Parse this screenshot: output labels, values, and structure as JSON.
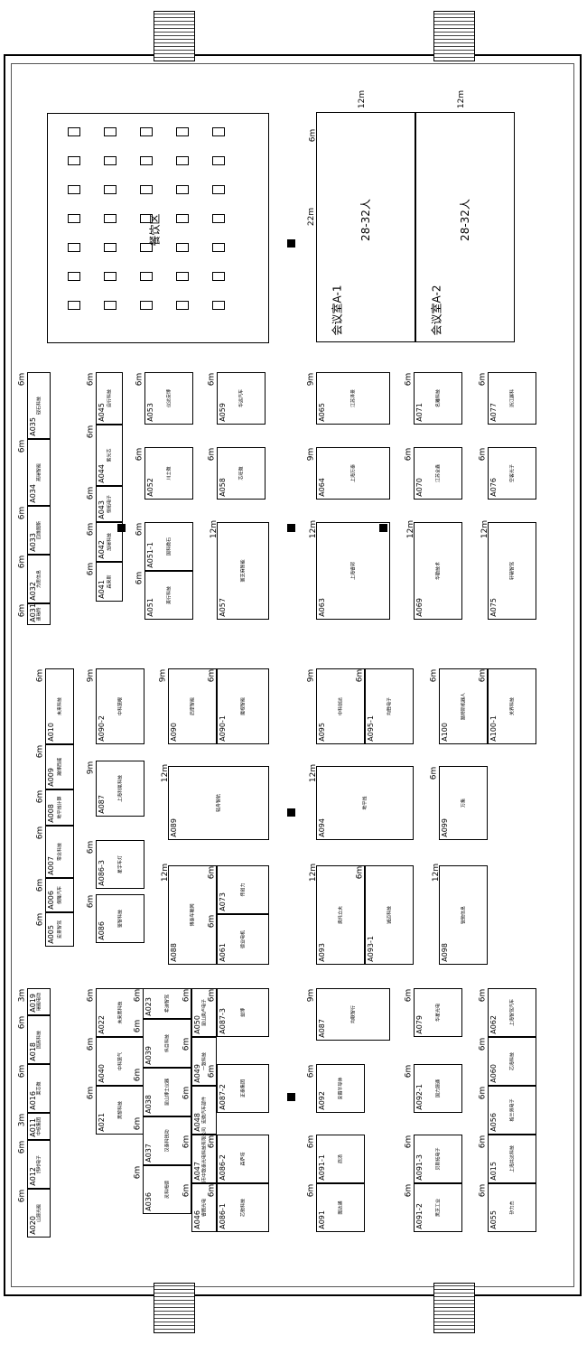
{
  "areas": {
    "dining": "餐饮区",
    "meeting_a1": "会议室A-1",
    "meeting_a2": "会议室A-2",
    "capacity_a1": "28-32人",
    "capacity_a2": "28-32人",
    "dim_12m_a": "12m",
    "dim_12m_b": "12m",
    "dim_6m": "6m",
    "dim_22m": "22m"
  },
  "booths": [
    {
      "code": "A035",
      "name": "砚石科技",
      "size": "6m"
    },
    {
      "code": "A034",
      "name": "燕瑞智能",
      "size": "6m"
    },
    {
      "code": "A033",
      "name": "四维图新",
      "size": "6m"
    },
    {
      "code": "A032",
      "name": "为思信息",
      "size": "6m"
    },
    {
      "code": "A031",
      "name": "速瑞特",
      "size": "6m"
    },
    {
      "code": "A045",
      "name": "自行科技",
      "size": "6m"
    },
    {
      "code": "A044",
      "name": "紫光芯",
      "size": "6m"
    },
    {
      "code": "A043",
      "name": "恒拓电子",
      "size": "6m"
    },
    {
      "code": "A042",
      "name": "加瑞科技",
      "size": "6m"
    },
    {
      "code": "A041",
      "name": "森来斯",
      "size": "6m"
    },
    {
      "code": "A053",
      "name": "仪达安博",
      "size": "6m"
    },
    {
      "code": "A052",
      "name": "川土微",
      "size": "6m"
    },
    {
      "code": "A051-1",
      "name": "国科微石",
      "size": "6m"
    },
    {
      "code": "A051",
      "name": "美行科技",
      "size": "6m"
    },
    {
      "code": "A059",
      "name": "华远汽车",
      "size": "6m"
    },
    {
      "code": "A058",
      "name": "芯旺微",
      "size": "6m"
    },
    {
      "code": "A057",
      "name": "寰芝麻智能",
      "size": "12m"
    },
    {
      "code": "A065",
      "name": "江苏泽景",
      "size": "9m"
    },
    {
      "code": "A064",
      "name": "上海万泰",
      "size": "9m"
    },
    {
      "code": "A063",
      "name": "上海睿邦",
      "size": "12m"
    },
    {
      "code": "A071",
      "name": "名雕科技",
      "size": "6m"
    },
    {
      "code": "A070",
      "name": "江苏全鑫",
      "size": "6m"
    },
    {
      "code": "A069",
      "name": "华勤技术",
      "size": "12m"
    },
    {
      "code": "A077",
      "name": "浙江展科",
      "size": "6m"
    },
    {
      "code": "A076",
      "name": "空客光子",
      "size": "6m"
    },
    {
      "code": "A075",
      "name": "轩辕智驾",
      "size": "12m"
    },
    {
      "code": "A010",
      "name": "未来科技",
      "size": "6m"
    },
    {
      "code": "A009",
      "name": "瀚博西威",
      "size": "6m"
    },
    {
      "code": "A008",
      "name": "地平线计算",
      "size": "6m"
    },
    {
      "code": "A007",
      "name": "零念科技",
      "size": "6m"
    },
    {
      "code": "A006",
      "name": "保隆汽车",
      "size": "6m"
    },
    {
      "code": "A005",
      "name": "宏景智驾",
      "size": "6m"
    },
    {
      "code": "A090-2",
      "name": "中科慧眼",
      "size": "9m"
    },
    {
      "code": "A087",
      "name": "上海利氪科技",
      "size": "9m"
    },
    {
      "code": "A086-3",
      "name": "星宇车灯",
      "size": "6m"
    },
    {
      "code": "A086",
      "name": "鉴智科技",
      "size": "6m"
    },
    {
      "code": "A090",
      "name": "后摩智能",
      "size": "9m"
    },
    {
      "code": "A090-1",
      "name": "魔视智能",
      "size": "6m"
    },
    {
      "code": "A089",
      "name": "轻舟智航",
      "size": "12m"
    },
    {
      "code": "A088",
      "name": "博泰车联网",
      "size": "12m"
    },
    {
      "code": "A073",
      "name": "伟创力",
      "size": "6m"
    },
    {
      "code": "A061",
      "name": "德业电机",
      "size": "6m"
    },
    {
      "code": "A095",
      "name": "中科创达",
      "size": "9m"
    },
    {
      "code": "A095-1",
      "name": "均胜电子",
      "size": "6m"
    },
    {
      "code": "A094",
      "name": "地平线",
      "size": "12m"
    },
    {
      "code": "A093",
      "name": "奥托立夫",
      "size": "12m"
    },
    {
      "code": "A093-1",
      "name": "诚迈科技",
      "size": "6m"
    },
    {
      "code": "A100",
      "name": "路特斯机器人",
      "size": "6m"
    },
    {
      "code": "A100-1",
      "name": "关界科技",
      "size": "6m"
    },
    {
      "code": "A099",
      "name": "万集",
      "size": "6m"
    },
    {
      "code": "A098",
      "name": "锐驰信息",
      "size": "12m"
    },
    {
      "code": "A019",
      "name": "瑞能电动",
      "size": "3m"
    },
    {
      "code": "A018",
      "name": "固高科技",
      "size": "6m"
    },
    {
      "code": "A016",
      "name": "莱芯微",
      "size": "6m"
    },
    {
      "code": "A011",
      "name": "中核集团",
      "size": "3m"
    },
    {
      "code": "A012",
      "name": "纬时电子",
      "size": "6m"
    },
    {
      "code": "A020",
      "name": "山源光能",
      "size": "6m"
    },
    {
      "code": "A022",
      "name": "未来黑科技",
      "size": "6m"
    },
    {
      "code": "A040",
      "name": "中科慧气",
      "size": "6m"
    },
    {
      "code": "A021",
      "name": "黑黎科技",
      "size": "6m"
    },
    {
      "code": "A023",
      "name": "希迪智驾",
      "size": "6m"
    },
    {
      "code": "A039",
      "name": "纵目科技",
      "size": "6m"
    },
    {
      "code": "A038",
      "name": "昆山博士仪器",
      "size": "6m"
    },
    {
      "code": "A037",
      "name": "汉泰科锐动",
      "size": "6m"
    },
    {
      "code": "A036",
      "name": "灵科梅德",
      "size": "6m"
    },
    {
      "code": "A050",
      "name": "昆山奥卢电子",
      "size": "6m"
    },
    {
      "code": "A049",
      "name": "一致科技",
      "size": "6m"
    },
    {
      "code": "A048",
      "name": "宏微汽车部件",
      "size": "6m"
    },
    {
      "code": "A047",
      "name": "深圳市中致泰光电科技有限公司",
      "size": "6m"
    },
    {
      "code": "A046",
      "name": "睿腾光电",
      "size": "6m"
    },
    {
      "code": "A087-3",
      "name": "益博",
      "size": "6m"
    },
    {
      "code": "A087-2",
      "name": "正泰集团",
      "size": "6m"
    },
    {
      "code": "A086-2",
      "name": "森萨塔",
      "size": "6m"
    },
    {
      "code": "A086-1",
      "name": "芯驰科技",
      "size": "6m"
    },
    {
      "code": "A087b",
      "name": "均联智行",
      "size": "9m"
    },
    {
      "code": "A092",
      "name": "安霸半导体",
      "size": "6m"
    },
    {
      "code": "A091-1",
      "name": "商汤",
      "size": "6m"
    },
    {
      "code": "A091",
      "name": "图达通",
      "size": "6m"
    },
    {
      "code": "A079",
      "name": "华星光电",
      "size": "6m"
    },
    {
      "code": "A092-1",
      "name": "国力源通",
      "size": "6m"
    },
    {
      "code": "A091-3",
      "name": "贝斯拓电子",
      "size": "6m"
    },
    {
      "code": "A091-2",
      "name": "黑芝工业",
      "size": "6m"
    },
    {
      "code": "A062",
      "name": "上海智驾汽车",
      "size": "6m"
    },
    {
      "code": "A060",
      "name": "芯海科技",
      "size": "6m"
    },
    {
      "code": "A056",
      "name": "格兰佩电子",
      "size": "6m"
    },
    {
      "code": "A015",
      "name": "上海共达科技",
      "size": "6m"
    },
    {
      "code": "A055",
      "name": "矽力杰",
      "size": "6m"
    }
  ]
}
